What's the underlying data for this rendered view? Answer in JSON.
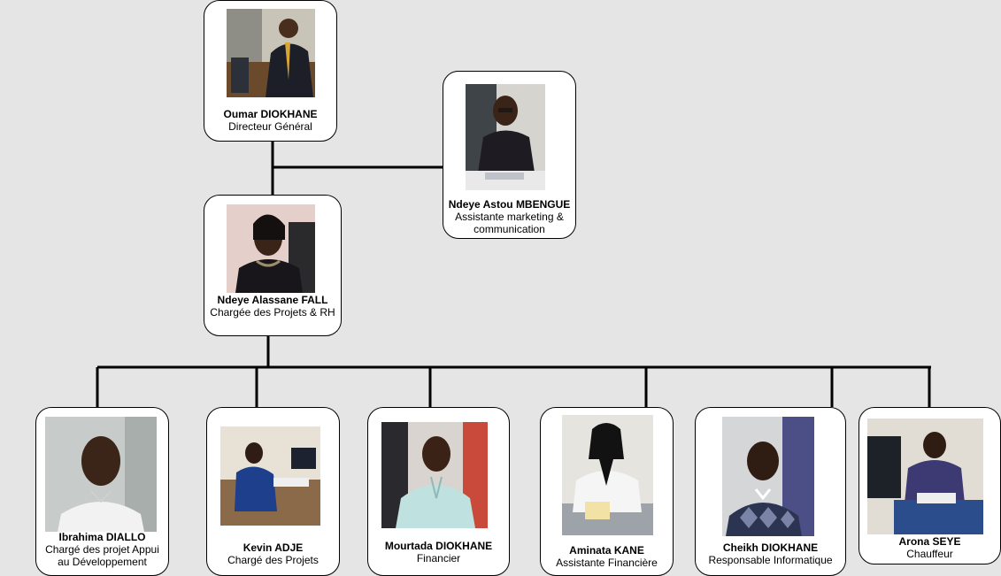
{
  "nodes": {
    "director": {
      "name": "Oumar DIOKHANE",
      "role": "Directeur Général",
      "photo": "man-suit-office-desk-photo"
    },
    "assistant_marketing": {
      "name": "Ndeye Astou MBENGUE",
      "role": "Assistante marketing & communication",
      "photo": "woman-glasses-keyboard-photo"
    },
    "projects_hr": {
      "name": "Ndeye Alassane FALL",
      "role": "Chargée des Projets & RH",
      "photo": "woman-chair-portrait-photo"
    },
    "dev_support": {
      "name": "Ibrahima DIALLO",
      "role": "Chargé des projet Appui au Développement",
      "photo": "man-white-shirt-portrait-photo"
    },
    "projects": {
      "name": "Kevin ADJE",
      "role": "Chargé des Projets",
      "photo": "man-blue-shirt-desk-photo"
    },
    "finance": {
      "name": "Mourtada DIOKHANE",
      "role": "Financier",
      "photo": "man-light-robe-photo"
    },
    "finance_assistant": {
      "name": "Aminata KANE",
      "role": "Assistante Financière",
      "photo": "woman-headscarf-desk-photo"
    },
    "it": {
      "name": "Cheikh DIOKHANE",
      "role": "Responsable Informatique",
      "photo": "man-argyle-sweater-photo"
    },
    "driver": {
      "name": "Arona SEYE",
      "role": "Chauffeur",
      "photo": "man-desk-computer-photo"
    }
  }
}
